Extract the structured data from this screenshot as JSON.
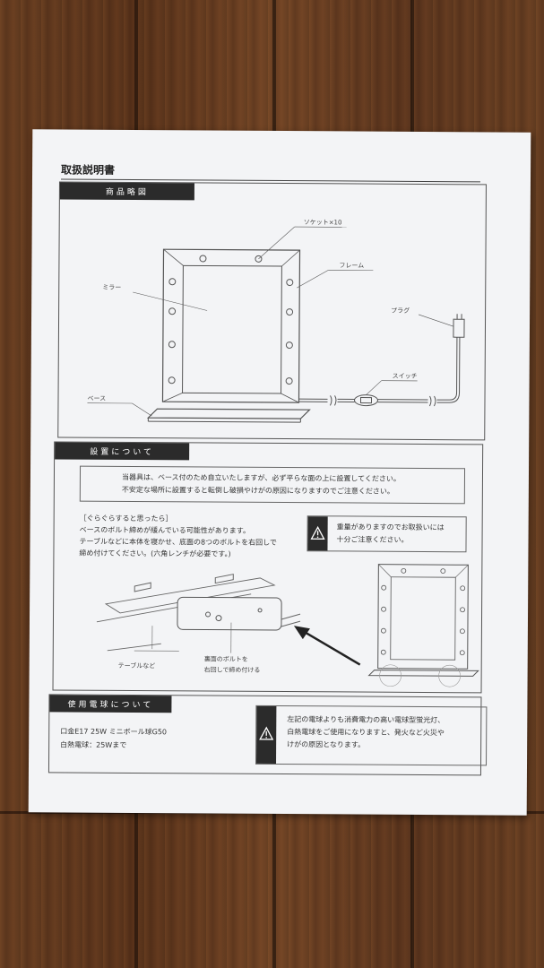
{
  "document": {
    "title": "取扱説明書"
  },
  "section1": {
    "heading": "商品略図",
    "labels": {
      "socket": "ソケット×10",
      "frame": "フレーム",
      "mirror": "ミラー",
      "plug": "プラグ",
      "switch": "スイッチ",
      "base": "ベース"
    }
  },
  "section2": {
    "heading": "設置について",
    "notice_line1": "当器具は、ベース付のため自立いたしますが、必ず平らな面の上に設置してください。",
    "notice_line2": "不安定な場所に設置すると転倒し破損やけがの原因になりますのでご注意ください。",
    "wobble_title": "［ぐらぐらすると思ったら］",
    "wobble_line1": "ベースのボルト締めが緩んでいる可能性があります。",
    "wobble_line2": "テーブルなどに本体を寝かせ、底面の8つのボルトを右回しで",
    "wobble_line3": "締め付けてください。(六角レンチが必要です。)",
    "weight_warning_line1": "重量がありますのでお取扱いには",
    "weight_warning_line2": "十分ご注意ください。",
    "table_label": "テーブルなど",
    "bolt_label_line1": "裏面のボルトを",
    "bolt_label_line2": "右回しで締め付ける"
  },
  "section3": {
    "heading": "使用電球について",
    "spec_line1": "口金E17 25W ミニボール球G50",
    "spec_line2": "白熱電球：25Wまで",
    "warning_line1": "左記の電球よりも消費電力の高い電球型蛍光灯、",
    "warning_line2": "白熱電球をご使用になりますと、発火など火災や",
    "warning_line3": "けがの原因となります。"
  }
}
